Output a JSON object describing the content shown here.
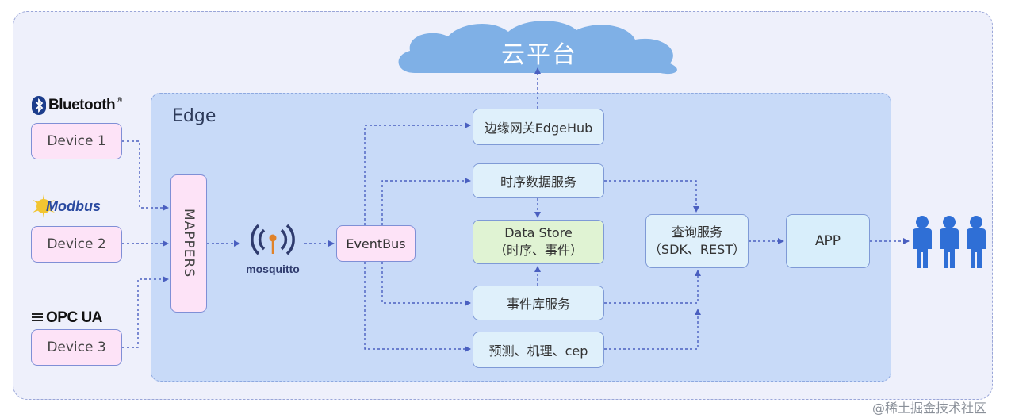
{
  "cloud": {
    "label": "云平台"
  },
  "edge": {
    "title": "Edge"
  },
  "protocols": {
    "bluetooth": "Bluetooth",
    "bluetooth_mark": "®",
    "modbus": "Modbus",
    "opcua": "OPC UA"
  },
  "devices": [
    {
      "label": "Device 1"
    },
    {
      "label": "Device 2"
    },
    {
      "label": "Device 3"
    }
  ],
  "mappers": {
    "label": "MAPPERS"
  },
  "broker": {
    "label": "mosquitto"
  },
  "eventbus": {
    "label": "EventBus"
  },
  "services": {
    "edgehub": "边缘网关EdgeHub",
    "timeseries": "时序数据服务",
    "datastore_line1": "Data Store",
    "datastore_line2": "（时序、事件）",
    "eventlib": "事件库服务",
    "predict": "预测、机理、cep",
    "query_line1": "查询服务",
    "query_line2": "（SDK、REST）",
    "app": "APP"
  },
  "watermark": "@稀土掘金技术社区",
  "colors": {
    "cloud": "#7fb0e6",
    "arrow": "#4a5fc0",
    "device_fill": "#fde3f7",
    "service_fill": "#dff0fb",
    "store_fill": "#e0f3d3",
    "people": "#2f6fd6"
  }
}
